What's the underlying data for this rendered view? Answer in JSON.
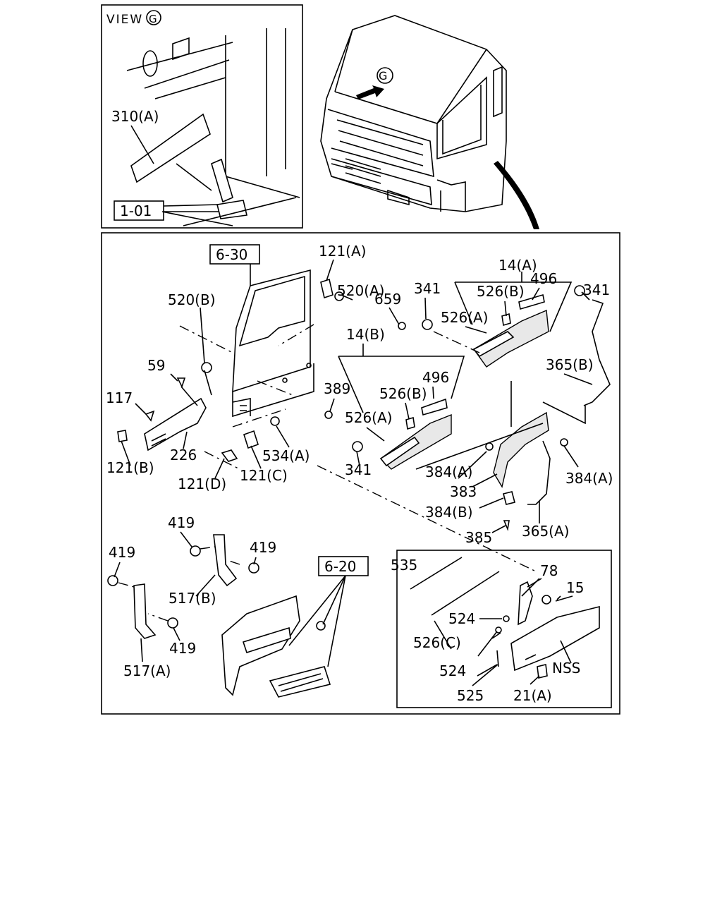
{
  "view": {
    "title": "VIEW",
    "marker": "G",
    "callout_310": "310(A)",
    "ref_box": "1-01"
  },
  "truck": {
    "marker": "G"
  },
  "refs": {
    "door": "6-30",
    "step": "6-20"
  },
  "labels": {
    "l121a": "121(A)",
    "l520a": "520(A)",
    "l520b": "520(B)",
    "l59": "59",
    "l117": "117",
    "l121b": "121(B)",
    "l226": "226",
    "l121d": "121(D)",
    "l121c": "121(C)",
    "l534a": "534(A)",
    "l14a": "14(A)",
    "l341_top": "341",
    "l526b_top": "526(B)",
    "l496_top": "496",
    "l659": "659",
    "l341_mid": "341",
    "l526a_top": "526(A)",
    "l365b": "365(B)",
    "l14b": "14(B)",
    "l389": "389",
    "l496_mid": "496",
    "l526b_mid": "526(B)",
    "l526a_mid": "526(A)",
    "l341_low": "341",
    "l384a_left": "384(A)",
    "l384a_right": "384(A)",
    "l383": "383",
    "l384b": "384(B)",
    "l385": "385",
    "l365a": "365(A)",
    "l419_a": "419",
    "l419_b": "419",
    "l419_c": "419",
    "l419_d": "419",
    "l517b": "517(B)",
    "l517a": "517(A)",
    "l535": "535",
    "l78": "78",
    "l15": "15",
    "l524_a": "524",
    "l524_b": "524",
    "l526c": "526(C)",
    "lnss": "NSS",
    "l525": "525",
    "l21a": "21(A)"
  }
}
